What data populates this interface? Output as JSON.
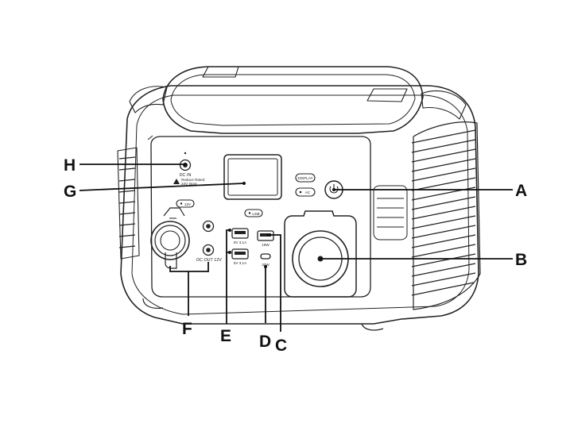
{
  "callouts": {
    "A": "A",
    "B": "B",
    "C": "C",
    "D": "D",
    "E": "E",
    "F": "F",
    "G": "G",
    "H": "H"
  },
  "panel_labels": {
    "dc_in": "DC IN",
    "warning_line1": "Reduce Rated",
    "warning_line2": "24V Input",
    "display_button": "DISPLAY",
    "ac_button": "AC",
    "dc_12v_button": "12V",
    "usb_button": "USB",
    "usb_a_1": "5V 3.1A",
    "usb_a_2": "5V 3.1A",
    "usb_a_18w": "18W",
    "usb_c_30w": "30W",
    "dc_out": "DC OUT 12V"
  }
}
